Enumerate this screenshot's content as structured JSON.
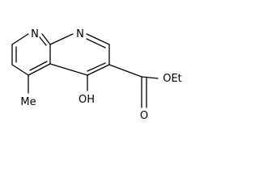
{
  "structure": {
    "atom_labels": {
      "n1": "N",
      "n8": "N",
      "oh": "OH",
      "me": "Me",
      "o_carbonyl": "O",
      "oet": "OEt"
    }
  }
}
